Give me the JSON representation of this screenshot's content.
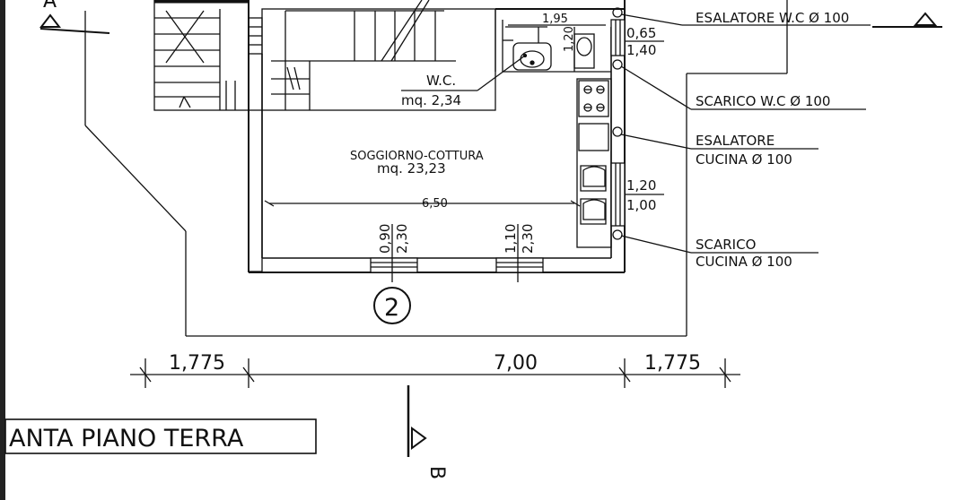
{
  "plan": {
    "section_a": "A",
    "section_b": "B",
    "title": "ANTA PIANO TERRA"
  },
  "rooms": {
    "wc_name": "W.C.",
    "wc_area": "mq. 2,34",
    "living_name": "SOGGIORNO-COTTURA",
    "living_area": "mq. 23,23",
    "unit_number": "2"
  },
  "dimensions": {
    "wc_width": "1,95",
    "wc_depth": "1,20",
    "room_width": "6,50",
    "window_a_w": "0,90",
    "window_a_h": "2,30",
    "window_b_w": "1,10",
    "window_b_h": "2,30",
    "wc_window_w": "0,65",
    "wc_window_h": "1,40",
    "kitchen_window_w": "1,20",
    "kitchen_window_h": "1,00",
    "left_offset": "1,775",
    "total_width": "7,00",
    "right_offset": "1,775"
  },
  "annotations": {
    "esalatore_wc": "ESALATORE W.C Ø 100",
    "scarico_wc": "SCARICO W.C Ø 100",
    "esalatore_cucina_1": "ESALATORE",
    "esalatore_cucina_2": "CUCINA Ø 100",
    "scarico_cucina_1": "SCARICO",
    "scarico_cucina_2": "CUCINA Ø 100"
  }
}
